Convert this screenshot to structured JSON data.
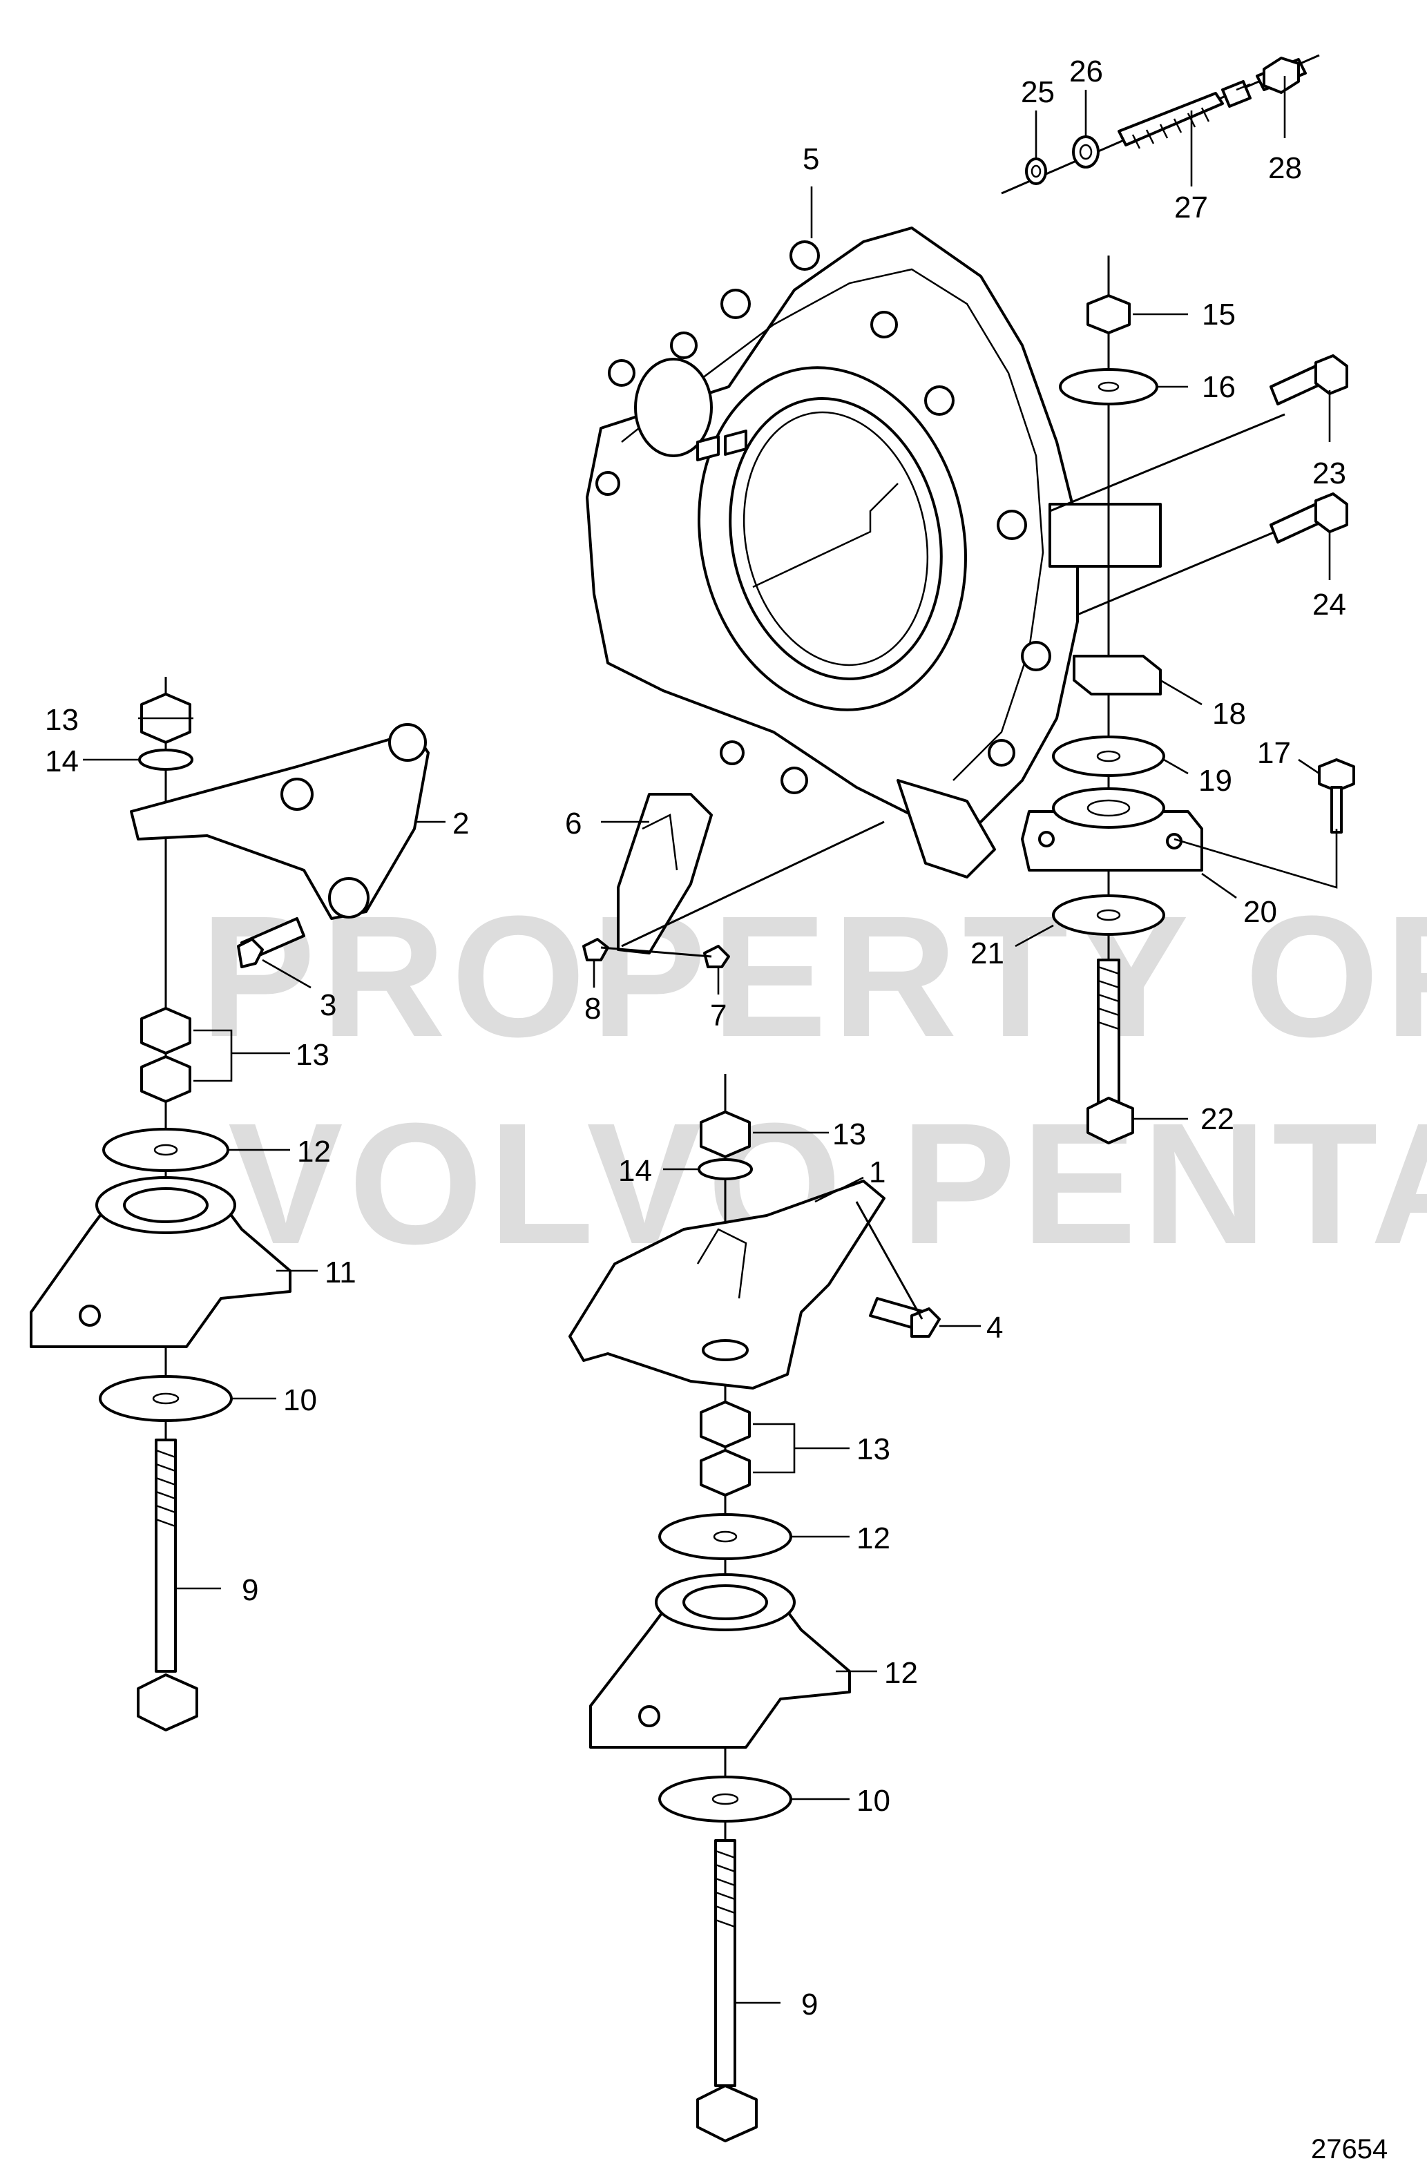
{
  "watermark": {
    "line1": "PROPERTY OF",
    "line2": "VOLVO PENTA"
  },
  "drawing_number": "27654",
  "callouts": [
    {
      "id": "c25",
      "text": "25"
    },
    {
      "id": "c26",
      "text": "26"
    },
    {
      "id": "c27",
      "text": "27"
    },
    {
      "id": "c28",
      "text": "28"
    },
    {
      "id": "c5",
      "text": "5"
    },
    {
      "id": "c15",
      "text": "15"
    },
    {
      "id": "c16",
      "text": "16"
    },
    {
      "id": "c23",
      "text": "23"
    },
    {
      "id": "c24",
      "text": "24"
    },
    {
      "id": "c18",
      "text": "18"
    },
    {
      "id": "c19",
      "text": "19"
    },
    {
      "id": "c17",
      "text": "17"
    },
    {
      "id": "c20",
      "text": "20"
    },
    {
      "id": "c21",
      "text": "21"
    },
    {
      "id": "c22",
      "text": "22"
    },
    {
      "id": "c13a",
      "text": "13"
    },
    {
      "id": "c14a",
      "text": "14"
    },
    {
      "id": "c2",
      "text": "2"
    },
    {
      "id": "c3",
      "text": "3"
    },
    {
      "id": "c13b",
      "text": "13"
    },
    {
      "id": "c12a",
      "text": "12"
    },
    {
      "id": "c11",
      "text": "11"
    },
    {
      "id": "c10a",
      "text": "10"
    },
    {
      "id": "c9a",
      "text": "9"
    },
    {
      "id": "c6",
      "text": "6"
    },
    {
      "id": "c8",
      "text": "8"
    },
    {
      "id": "c7",
      "text": "7"
    },
    {
      "id": "c13c",
      "text": "13"
    },
    {
      "id": "c14b",
      "text": "14"
    },
    {
      "id": "c1",
      "text": "1"
    },
    {
      "id": "c4",
      "text": "4"
    },
    {
      "id": "c13d",
      "text": "13"
    },
    {
      "id": "c12b",
      "text": "12"
    },
    {
      "id": "c12c",
      "text": "12"
    },
    {
      "id": "c10b",
      "text": "10"
    },
    {
      "id": "c9b",
      "text": "9"
    }
  ]
}
